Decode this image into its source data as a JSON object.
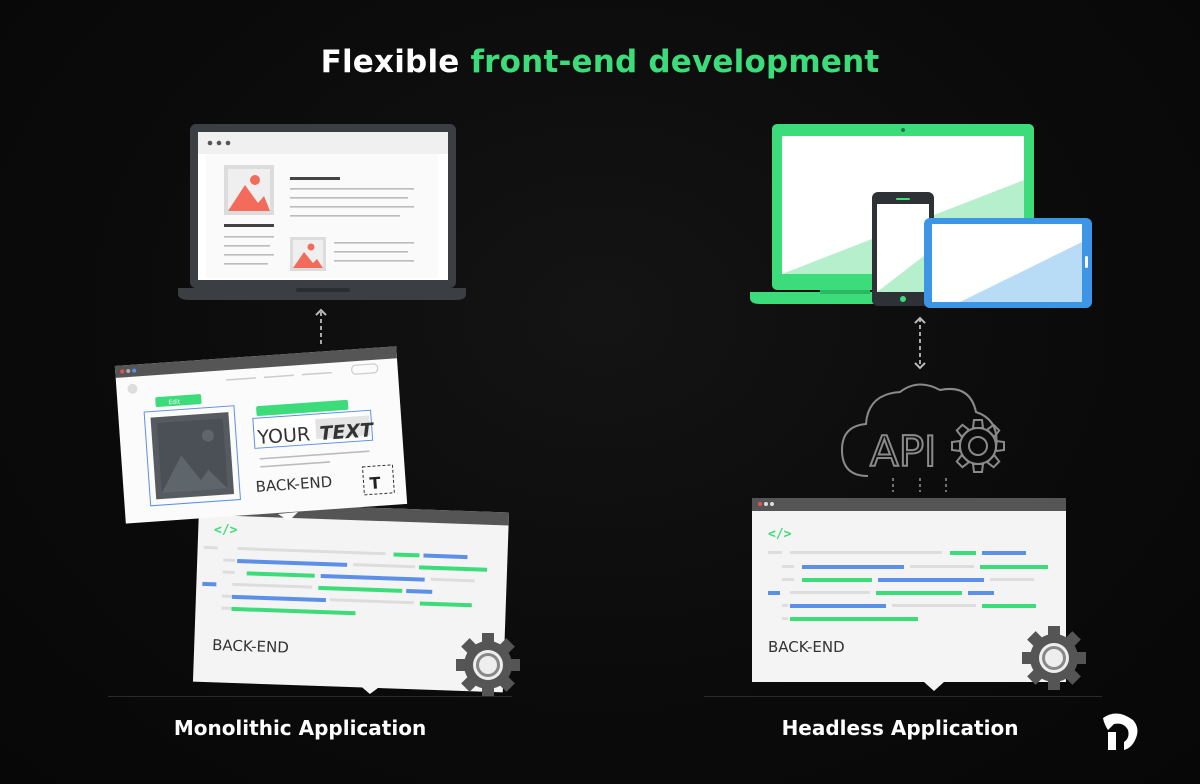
{
  "header": {
    "title_white": "Flexible",
    "title_green": "front-end development"
  },
  "monolithic": {
    "caption": "Monolithic Application",
    "cms_text_regular": "YOUR",
    "cms_text_bold": "TEXT",
    "cms_backend_label": "BACK-END",
    "cms_toolbar_edit": "Edit",
    "code_tag": "</>",
    "code_backend_label": "BACK-END",
    "text_tool_glyph": "T"
  },
  "headless": {
    "caption": "Headless Application",
    "api_label": "API",
    "code_tag": "</>",
    "code_backend_label": "BACK-END"
  },
  "colors": {
    "accent_green": "#3ddc7a",
    "accent_blue": "#5b8fe8",
    "device_green": "#3ddc7a",
    "device_blue": "#3d95e6",
    "laptop_dark": "#3b3f44",
    "image_coral": "#f26b5b"
  },
  "icons": [
    "laptop-icon",
    "image-icon",
    "dashed-arrow-icon",
    "gear-icon",
    "cloud-api-icon",
    "phone-icon",
    "tablet-icon",
    "brand-logo-icon"
  ]
}
